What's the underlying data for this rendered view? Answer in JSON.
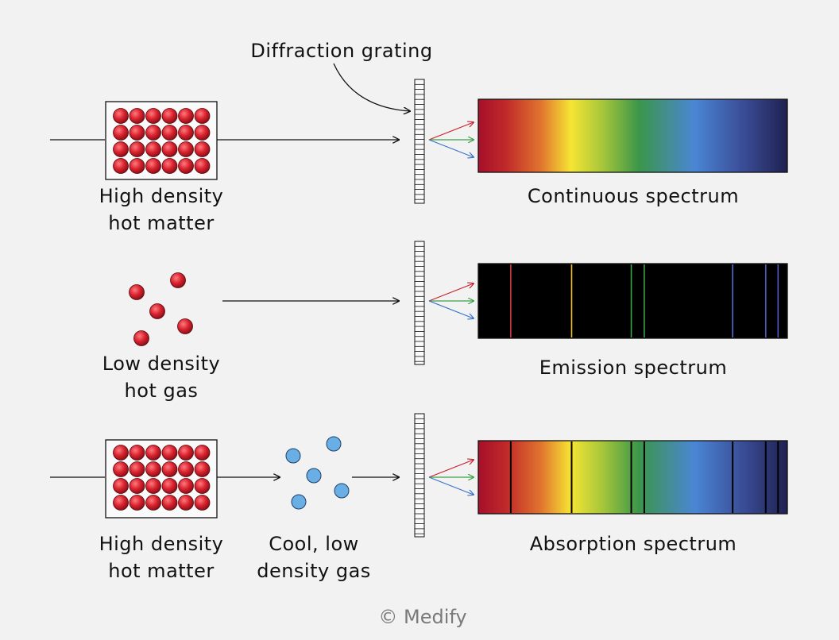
{
  "grating_label": "Diffraction grating",
  "rows": [
    {
      "source_label": [
        "High density",
        "hot matter"
      ],
      "spectrum_label": "Continuous spectrum",
      "spectrum_type": "continuous"
    },
    {
      "source_label": [
        "Low density",
        "hot gas"
      ],
      "spectrum_label": "Emission spectrum",
      "spectrum_type": "emission"
    },
    {
      "source_label": [
        "High density",
        "hot matter"
      ],
      "gas_label": [
        "Cool, low",
        "density gas"
      ],
      "spectrum_label": "Absorption spectrum",
      "spectrum_type": "absorption"
    }
  ],
  "spectral_lines": [
    {
      "pos": 0.105,
      "color": "#d9343e"
    },
    {
      "pos": 0.302,
      "color": "#f2c230"
    },
    {
      "pos": 0.495,
      "color": "#3aa24a"
    },
    {
      "pos": 0.537,
      "color": "#3aa24a"
    },
    {
      "pos": 0.823,
      "color": "#4a6fd4"
    },
    {
      "pos": 0.93,
      "color": "#4a5fc0"
    },
    {
      "pos": 0.97,
      "color": "#4a5fc0"
    }
  ],
  "colors": {
    "hot_particle": "#d9232e",
    "cool_particle": "#6aaee6",
    "ray_red": "#c8202c",
    "ray_green": "#3aa24a",
    "ray_blue": "#3c72c8"
  },
  "credit": "© Medify"
}
